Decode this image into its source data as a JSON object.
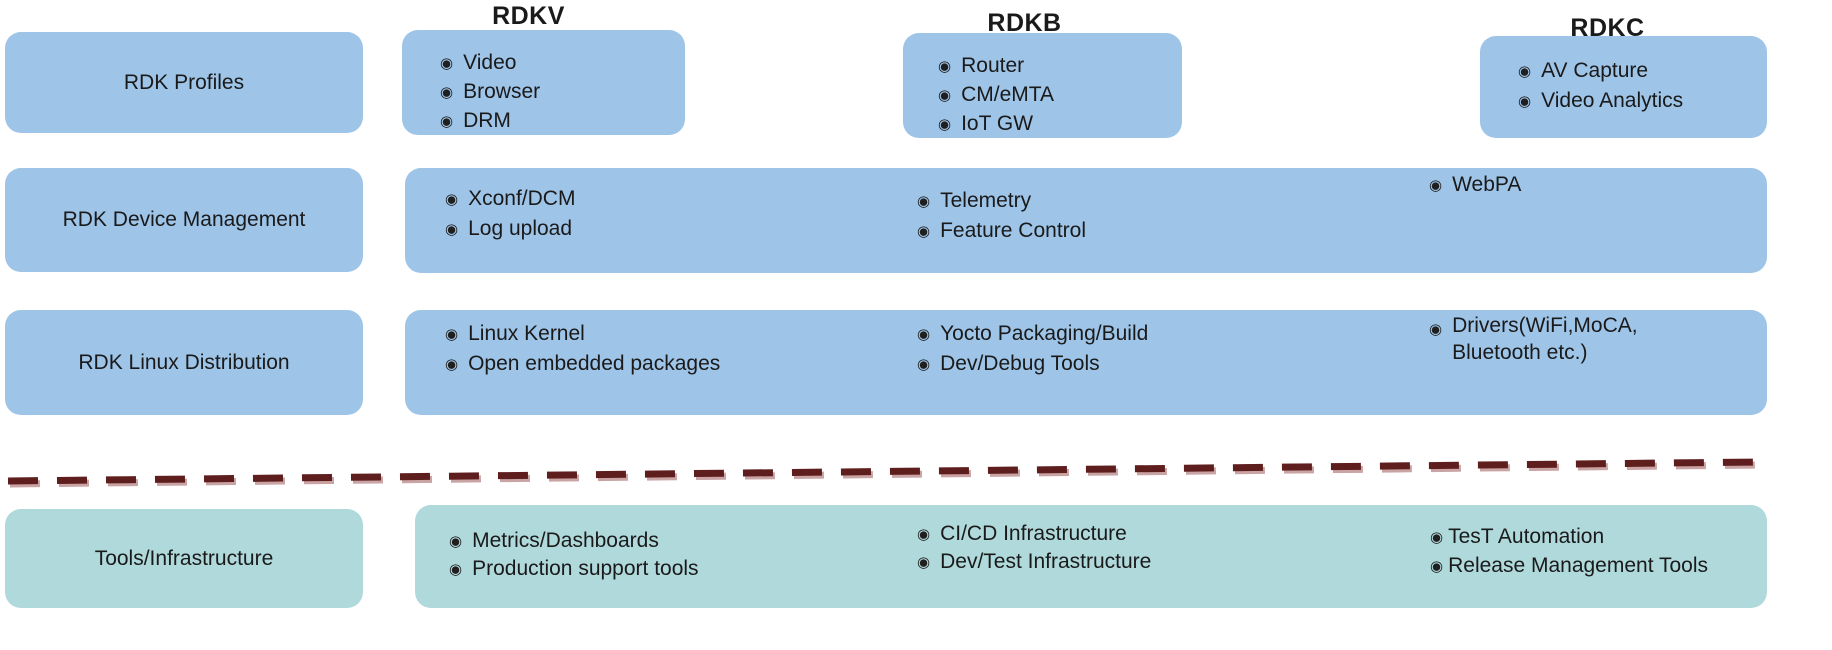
{
  "titles": {
    "rdkv": "RDKV",
    "rdkb": "RDKB",
    "rdkc": "RDKC"
  },
  "glyphs": {
    "bullet": "◉"
  },
  "colors": {
    "profile_box": "#9EC4E8",
    "tools_box": "#B0D9DC",
    "divider": "#5E1E1E",
    "text": "#1A1A1A"
  },
  "rows": {
    "profiles": {
      "label": "RDK Profiles",
      "rdkv_items": [
        "Video",
        "Browser",
        "DRM"
      ],
      "rdkb_items": [
        "Router",
        "CM/eMTA",
        "IoT GW"
      ],
      "rdkc_items": [
        "AV Capture",
        "Video Analytics"
      ]
    },
    "device_management": {
      "label": "RDK Device Management",
      "col1": [
        "Xconf/DCM",
        "Log upload"
      ],
      "col2": [
        "Telemetry",
        "Feature Control"
      ],
      "col3": [
        "WebPA"
      ]
    },
    "linux_distribution": {
      "label": "RDK Linux Distribution",
      "col1": [
        "Linux Kernel",
        "Open embedded packages"
      ],
      "col2": [
        "Yocto Packaging/Build",
        "Dev/Debug Tools"
      ],
      "col3": [
        "Drivers(WiFi,MoCA,\nBluetooth etc.)"
      ]
    },
    "tools_infrastructure": {
      "label": "Tools/Infrastructure",
      "col1": [
        "Metrics/Dashboards",
        "Production support tools"
      ],
      "col2": [
        "CI/CD Infrastructure",
        "Dev/Test Infrastructure"
      ],
      "col3": [
        "TesT Automation",
        "Release Management Tools"
      ]
    }
  }
}
